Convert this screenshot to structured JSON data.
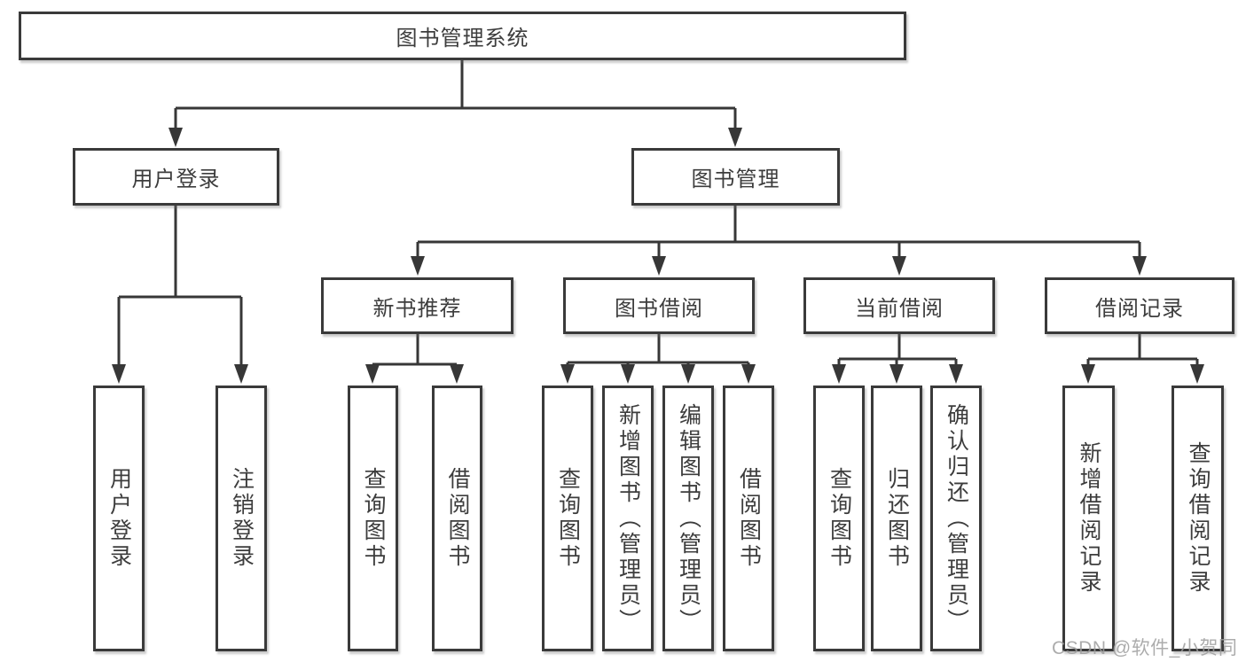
{
  "diagram_type": "hierarchy-tree",
  "tree": {
    "label": "图书管理系统",
    "children": [
      {
        "label": "用户登录",
        "children": [
          {
            "label": "用户登录"
          },
          {
            "label": "注销登录"
          }
        ]
      },
      {
        "label": "图书管理",
        "children": [
          {
            "label": "新书推荐",
            "children": [
              {
                "label": "查询图书"
              },
              {
                "label": "借阅图书"
              }
            ]
          },
          {
            "label": "图书借阅",
            "children": [
              {
                "label": "查询图书"
              },
              {
                "label": "新增图书（管理员）"
              },
              {
                "label": "编辑图书（管理员）"
              },
              {
                "label": "借阅图书"
              }
            ]
          },
          {
            "label": "当前借阅",
            "children": [
              {
                "label": "查询图书"
              },
              {
                "label": "归还图书"
              },
              {
                "label": "确认归还（管理员）"
              }
            ]
          },
          {
            "label": "借阅记录",
            "children": [
              {
                "label": "新增借阅记录"
              },
              {
                "label": "查询借阅记录"
              }
            ]
          }
        ]
      }
    ]
  },
  "watermark": "CSDN @软件_小贺同学",
  "colors": {
    "line": "#373737",
    "border": "#3a3a3a",
    "text": "#3d3d3d",
    "background": "#ffffff",
    "watermark": "#9e9e9e"
  }
}
